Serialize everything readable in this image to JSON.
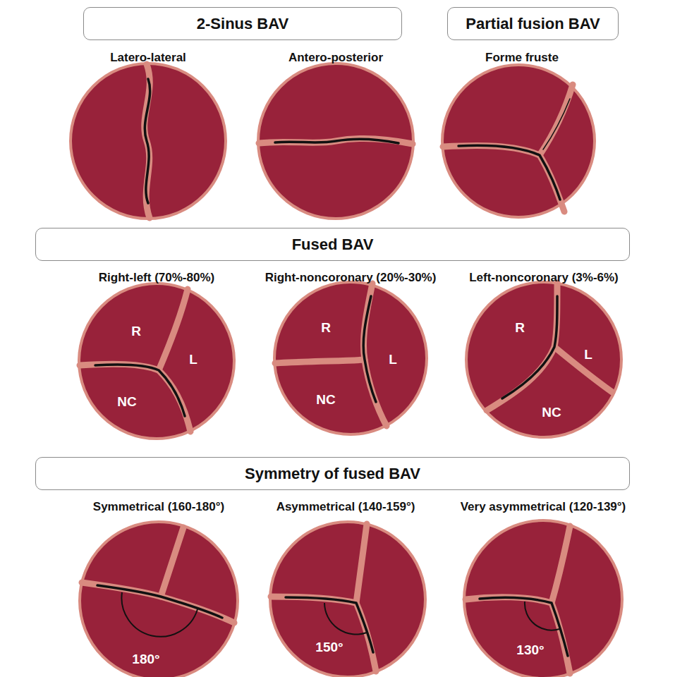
{
  "diagram": {
    "nodes": [
      {
        "text": [
          "2-Sinus BAV"
        ]
      },
      {
        "text": [
          "Partial fusion BAV"
        ]
      },
      {
        "text": [
          "Latero-lateral"
        ]
      },
      {
        "text": [
          "Antero-posterior"
        ]
      },
      {
        "text": [
          "Forme fruste"
        ]
      },
      {
        "text": [
          "Fused BAV"
        ]
      },
      {
        "text": [
          "Right-left (70%-80%)",
          "R",
          "L",
          "NC"
        ]
      },
      {
        "text": [
          "Right-noncoronary (20%-30%)",
          "R",
          "L",
          "NC"
        ]
      },
      {
        "text": [
          "Left-noncoronary (3%-6%)",
          "R",
          "L",
          "NC"
        ]
      },
      {
        "text": [
          "Symmetry of fused BAV"
        ]
      },
      {
        "text": [
          "Symmetrical (160-180°)",
          "180°"
        ]
      },
      {
        "text": [
          "Asymmetrical (140-159°)",
          "150°"
        ]
      },
      {
        "text": [
          "Very asymmetrical (120-139°)",
          "130°"
        ]
      }
    ]
  }
}
